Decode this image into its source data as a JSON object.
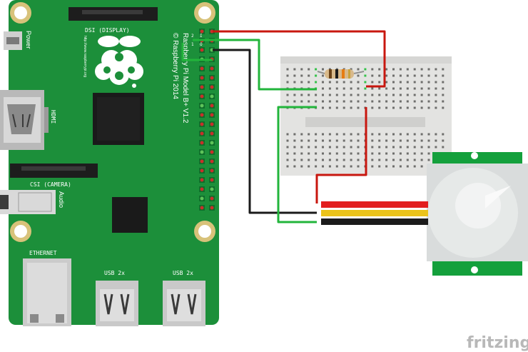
{
  "board": {
    "model_text": "Raspberry Pi Model B+ V1.2",
    "copyright_text": "© Raspberry Pi 2014",
    "url_text": "http://www.raspberrypi.org",
    "dsi_label": "DSI (DISPLAY)",
    "csi_label": "CSI (CAMERA)",
    "hdmi_label": "HDMI",
    "power_label": "Power",
    "audio_label": "Audio",
    "ethernet_label": "ETHERNET",
    "usb_left_label": "USB 2x",
    "usb_right_label": "USB 2x",
    "gpio_pin_2": "2",
    "gpio_pin_1": "1",
    "gpio_pin_i": "I",
    "gpio_pin_o": "O"
  },
  "brand": {
    "name": "fritzing"
  },
  "colors": {
    "board_green": "#1c8f3a",
    "wire_red": "#c8170f",
    "wire_black": "#1a1a1a",
    "wire_green": "#22b53b",
    "breadboard": "#e3e3e1",
    "sensor_board": "#14a03c",
    "pin_red": "#c8302a"
  }
}
